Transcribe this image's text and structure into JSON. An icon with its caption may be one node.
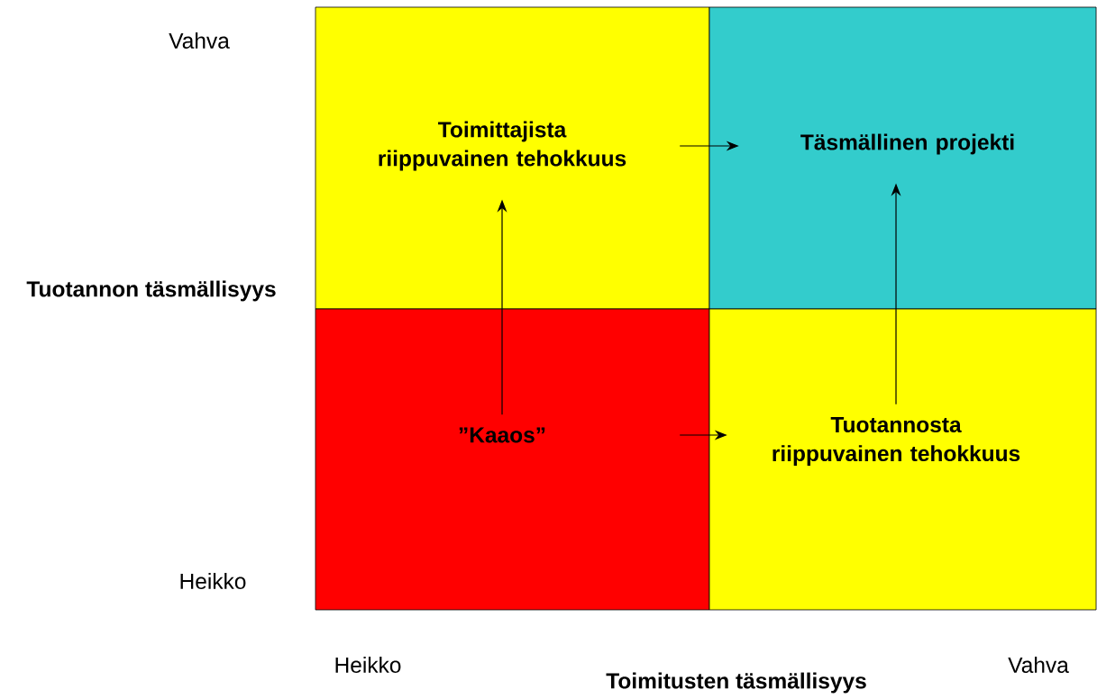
{
  "diagram": {
    "nodes": [
      {
        "text": [
          "Toimittajista riippuvainen tehokkuus"
        ]
      },
      {
        "text": [
          "Täsmällinen projekti"
        ]
      },
      {
        "text": [
          "”Kaaos”"
        ]
      },
      {
        "text": [
          "Tuotannosta riippuvainen tehokkuus"
        ]
      }
    ],
    "edges": [
      {
        "from": 2,
        "to": 0,
        "arrow": "to"
      },
      {
        "from": 2,
        "to": 3,
        "arrow": "to"
      },
      {
        "from": 0,
        "to": 1,
        "arrow": "to"
      },
      {
        "from": 3,
        "to": 1,
        "arrow": "to"
      }
    ],
    "labels": [
      "Vahva",
      "Tuotannon täsmällisyys",
      "Heikko",
      "Heikko",
      "Vahva",
      "Toimitusten täsmällisyys"
    ]
  }
}
